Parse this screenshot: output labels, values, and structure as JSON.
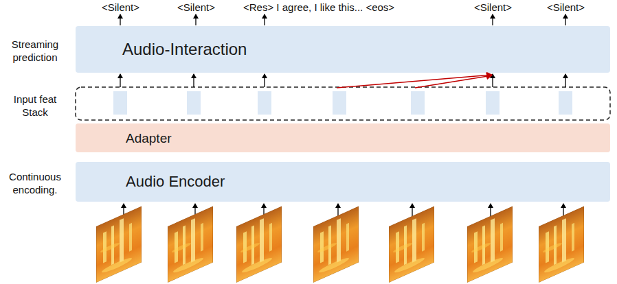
{
  "diagram": {
    "nodes": [
      {
        "text": [
          "Audio-Interaction"
        ]
      },
      {
        "text": [
          "Adapter"
        ]
      },
      {
        "text": [
          "Audio Encoder"
        ]
      }
    ],
    "labels": [
      "<Silent>",
      "<Silent>",
      "<Res> I agree, I like this... <eos>",
      "<Silent>",
      "<Silent>",
      "Streaming prediction",
      "Input feat Stack",
      "Continuous encoding."
    ]
  }
}
